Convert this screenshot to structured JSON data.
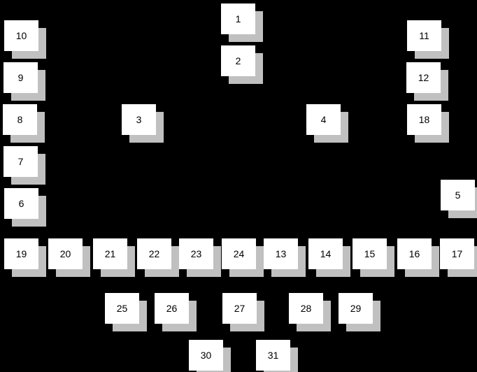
{
  "diagram": {
    "nodes": [
      "1",
      "2",
      "3",
      "4",
      "5",
      "6",
      "7",
      "8",
      "9",
      "10",
      "11",
      "12",
      "13",
      "14",
      "15",
      "16",
      "17",
      "18",
      "19",
      "20",
      "21",
      "22",
      "23",
      "24",
      "25",
      "26",
      "27",
      "28",
      "29",
      "30",
      "31"
    ],
    "colors": {
      "background": "#000000",
      "box": "#ffffff",
      "shadow": "#c0c0c0"
    }
  }
}
